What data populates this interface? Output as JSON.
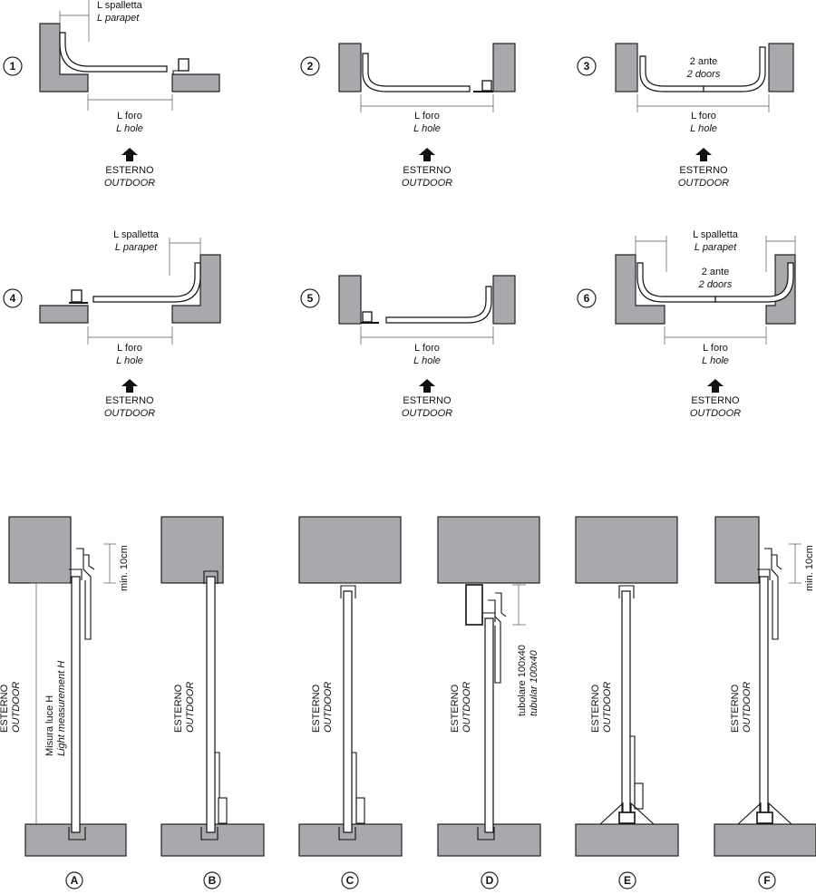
{
  "plans": [
    {
      "number": "1",
      "spalletta": "L  spalletta",
      "parapet": "L  parapet",
      "foro": "L  foro",
      "hole": "L  hole",
      "esterno": "ESTERNO",
      "outdoor": "OUTDOOR"
    },
    {
      "number": "2",
      "foro": "L  foro",
      "hole": "L  hole",
      "esterno": "ESTERNO",
      "outdoor": "OUTDOOR"
    },
    {
      "number": "3",
      "ante": "2 ante",
      "doors": "2 doors",
      "foro": "L  foro",
      "hole": "L  hole",
      "esterno": "ESTERNO",
      "outdoor": "OUTDOOR"
    },
    {
      "number": "4",
      "spalletta": "L  spalletta",
      "parapet": "L  parapet",
      "foro": "L  foro",
      "hole": "L  hole",
      "esterno": "ESTERNO",
      "outdoor": "OUTDOOR"
    },
    {
      "number": "5",
      "foro": "L  foro",
      "hole": "L  hole",
      "esterno": "ESTERNO",
      "outdoor": "OUTDOOR"
    },
    {
      "number": "6",
      "spalletta": "L  spalletta",
      "parapet": "L  parapet",
      "ante": "2 ante",
      "doors": "2 doors",
      "foro": "L  foro",
      "hole": "L  hole",
      "esterno": "ESTERNO",
      "outdoor": "OUTDOOR"
    }
  ],
  "sections": [
    {
      "letter": "A",
      "esterno": "ESTERNO",
      "outdoor": "OUTDOOR",
      "min": "min. 10cm",
      "misura": "Misura luce  H",
      "light": "Light measurement H"
    },
    {
      "letter": "B",
      "esterno": "ESTERNO",
      "outdoor": "OUTDOOR"
    },
    {
      "letter": "C",
      "esterno": "ESTERNO",
      "outdoor": "OUTDOOR"
    },
    {
      "letter": "D",
      "esterno": "ESTERNO",
      "outdoor": "OUTDOOR",
      "tubolare": "tubolare 100x40",
      "tubular": "tubular 100x40"
    },
    {
      "letter": "E",
      "esterno": "ESTERNO",
      "outdoor": "OUTDOOR"
    },
    {
      "letter": "F",
      "esterno": "ESTERNO",
      "outdoor": "OUTDOOR",
      "min": "min. 10cm"
    }
  ]
}
